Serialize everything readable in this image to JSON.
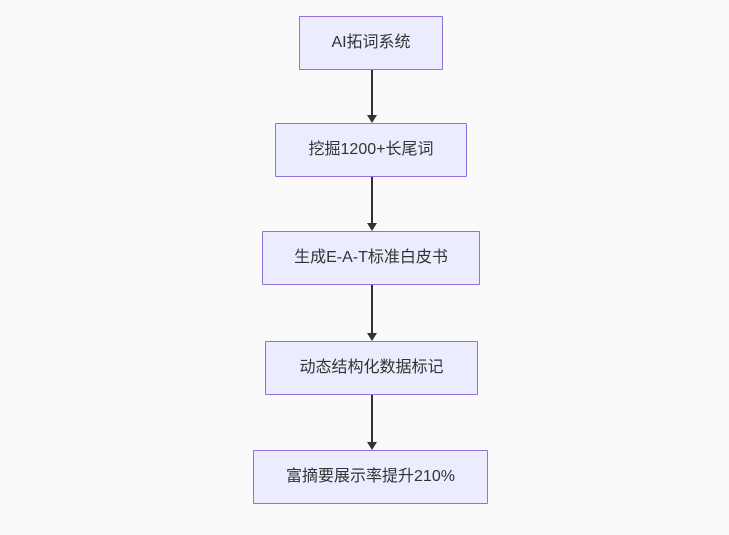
{
  "diagram": {
    "type": "flowchart",
    "direction": "top-down",
    "nodes": [
      {
        "id": "n1",
        "label": "AI拓词系统"
      },
      {
        "id": "n2",
        "label": "挖掘1200+长尾词"
      },
      {
        "id": "n3",
        "label": "生成E-A-T标准白皮书"
      },
      {
        "id": "n4",
        "label": "动态结构化数据标记"
      },
      {
        "id": "n5",
        "label": "富摘要展示率提升210%"
      }
    ],
    "edges": [
      {
        "from": "n1",
        "to": "n2"
      },
      {
        "from": "n2",
        "to": "n3"
      },
      {
        "from": "n3",
        "to": "n4"
      },
      {
        "from": "n4",
        "to": "n5"
      }
    ],
    "colors": {
      "background": "#fafafa",
      "node_fill": "#ECECFF",
      "node_border": "#9370DB",
      "text": "#333333",
      "arrow": "#333333"
    }
  }
}
